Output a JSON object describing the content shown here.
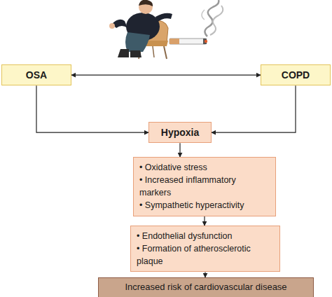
{
  "diagram": {
    "nodes": [
      {
        "text": [
          "OSA"
        ]
      },
      {
        "text": [
          "COPD"
        ]
      },
      {
        "text": [
          "Hypoxia"
        ]
      },
      {
        "text": [
          "• Oxidative stress",
          "• Increased inflammatory markers",
          "• Sympathetic hyperactivity"
        ]
      },
      {
        "text": [
          "• Endothelial dysfunction",
          "• Formation of atherosclerotic plaque"
        ]
      },
      {
        "text": [
          "Increased risk of cardiovascular disease"
        ]
      }
    ],
    "edges": [
      {
        "from": 0,
        "to": 1,
        "arrow": "both"
      },
      {
        "from": 0,
        "to": 2,
        "arrow": "to"
      },
      {
        "from": 1,
        "to": 2,
        "arrow": "to"
      },
      {
        "from": 2,
        "to": 3,
        "arrow": "to"
      },
      {
        "from": 3,
        "to": 4,
        "arrow": "to"
      },
      {
        "from": 4,
        "to": 5,
        "arrow": "to"
      }
    ]
  }
}
